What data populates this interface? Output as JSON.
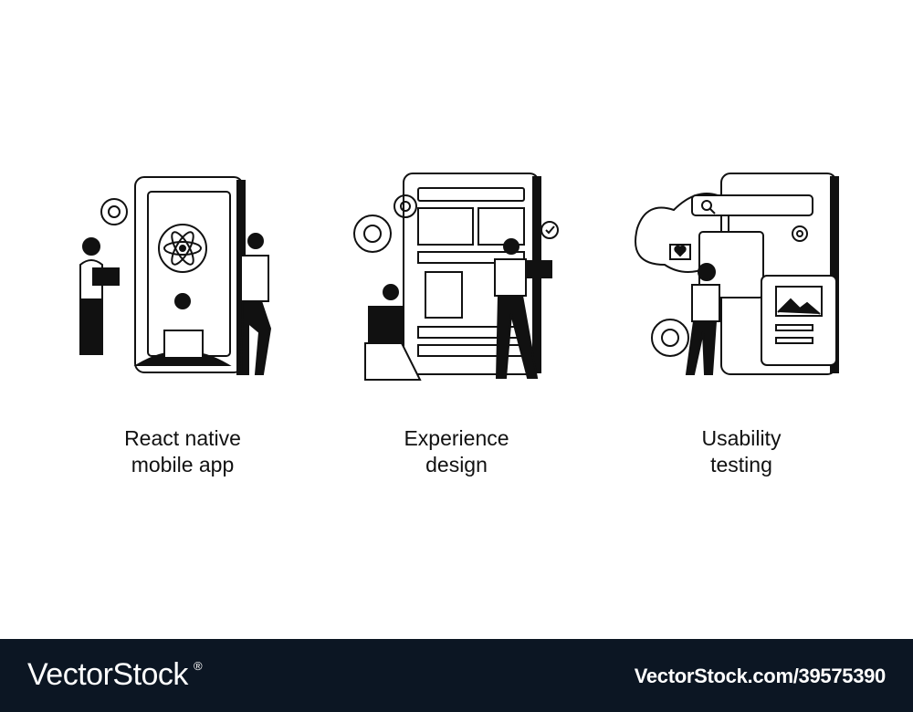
{
  "panels": [
    {
      "caption_lines": [
        "React native",
        "mobile app"
      ],
      "icon": "react-native-illustration"
    },
    {
      "caption_lines": [
        "Experience",
        "design"
      ],
      "icon": "experience-design-illustration"
    },
    {
      "caption_lines": [
        "Usability",
        "testing"
      ],
      "icon": "usability-testing-illustration"
    }
  ],
  "footer": {
    "brand": "VectorStock",
    "brand_mark": "®",
    "url": "VectorStock.com/39575390"
  },
  "colors": {
    "ink": "#111111",
    "footer_bg": "#0c1623",
    "footer_text": "#ffffff"
  }
}
